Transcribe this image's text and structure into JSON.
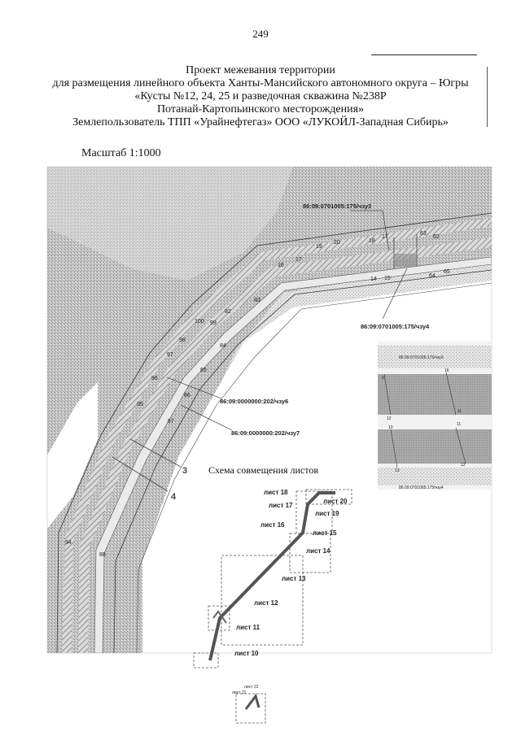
{
  "page_number": "249",
  "header": {
    "line1": "Проект межевания территории",
    "line2": "для размещения линейного объекта Ханты-Мансийского автономного округа – Югры",
    "line3": "«Кусты №12, 24, 25  и разведочная скважина №238Р",
    "line4": "Потанай-Картопьинского месторождения»",
    "line5": "Землепользователь ТПП «Урайнефтегаз» ООО «ЛУКОЙЛ-Западная Сибирь»"
  },
  "scale": "Масштаб 1:1000",
  "map": {
    "parcels": {
      "chzu3": "86:09:0701005:175/чзу3",
      "chzu4": "86:09:0701005:175/чзу4",
      "chzu6": "86:09:0000000:202/чзу6",
      "chzu7": "86:09:0000000:202/чзу7"
    },
    "points": {
      "p14": "14",
      "p15": "15",
      "p16": "16",
      "p17a": "17",
      "p17b": "17",
      "p18": "18",
      "p19": "19",
      "p20": "20",
      "p62": "62",
      "p63": "63",
      "p64": "64",
      "p65": "65",
      "p82": "82",
      "p83": "83",
      "p84": "84",
      "p85": "85",
      "p86": "86",
      "p87": "87",
      "p88": "88",
      "p94": "94",
      "p95": "95",
      "p96": "96",
      "p97": "97",
      "p98": "98",
      "p99": "99",
      "p100": "100"
    },
    "line_labels": {
      "l3": "3",
      "l4": "4"
    }
  },
  "inset": {
    "top_label": "86:09:0701005:175/чзу3",
    "bottom_label": "86:09:0701005:175/чзу4",
    "nodes": {
      "n9": "9",
      "n16": "16",
      "n11a": "11",
      "n12a": "12",
      "n10": "10",
      "n11b": "11",
      "n13": "13",
      "n12b": "12"
    }
  },
  "scheme": {
    "title": "Схема совмещения листов",
    "sheets": {
      "s18": "лист 18",
      "s20": "лист 20",
      "s17": "лист 17",
      "s19": "лист 19",
      "s16": "лист 16",
      "s15": "лист 15",
      "s14": "лист 14",
      "s13": "лист 13",
      "s12": "лист 12",
      "s11": "лист 11",
      "s10": "лист 10",
      "s22": "лист 22",
      "s21": "лист 21"
    }
  }
}
